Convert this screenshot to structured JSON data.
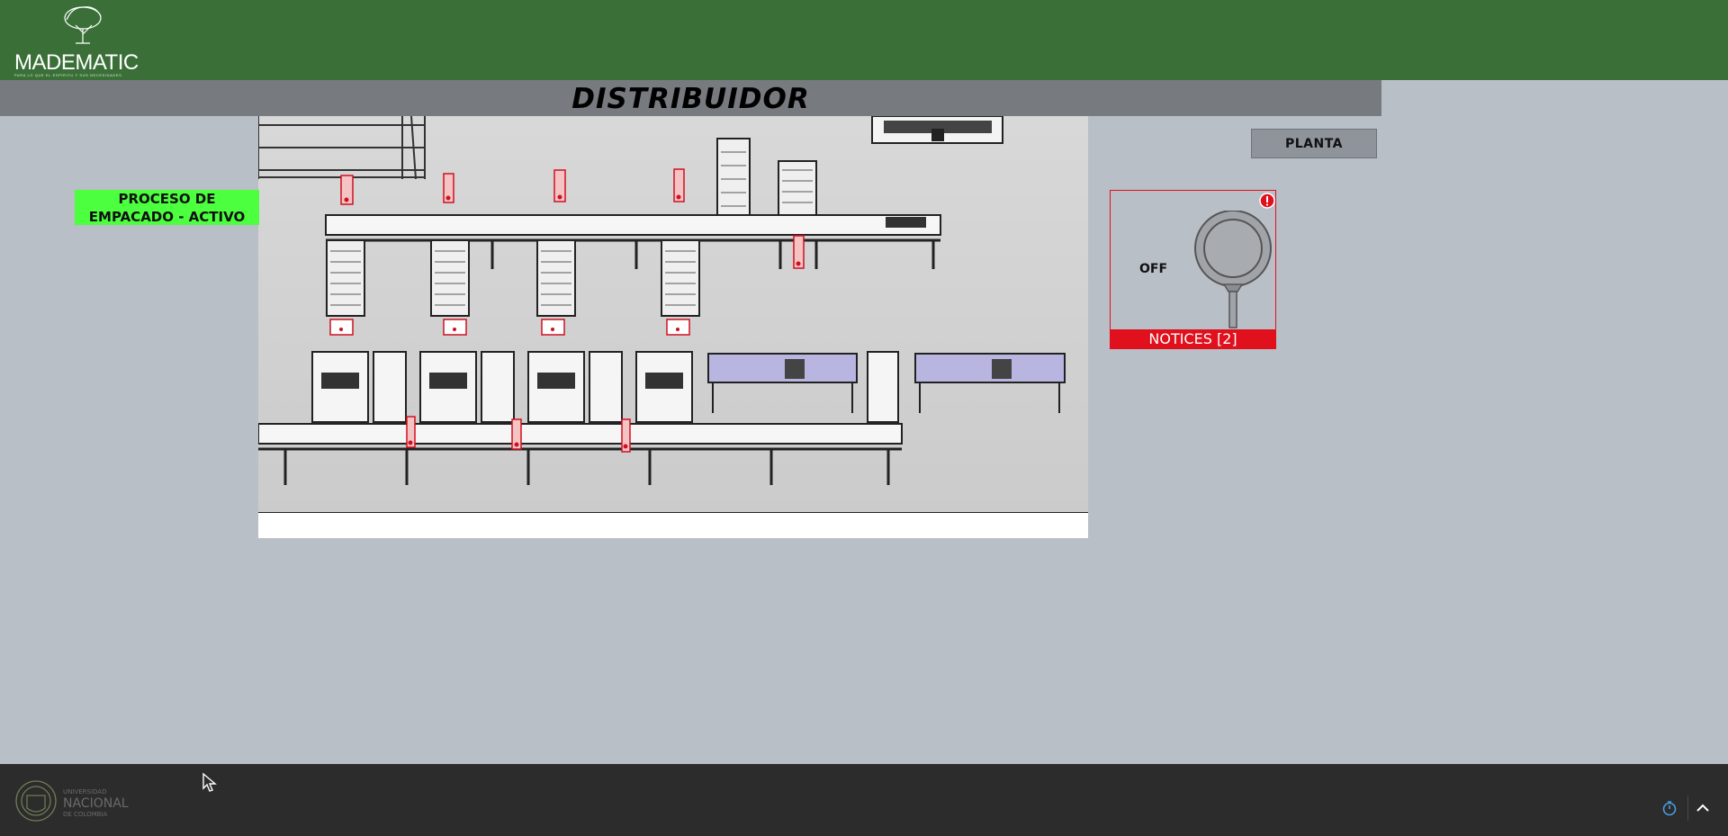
{
  "header": {
    "brand": "MADEMATIC",
    "tagline": "PARA LO QUE EL ESPÍRITU Y SUS NECESIDADES"
  },
  "title_bar": {
    "title": "DISTRIBUIDOR"
  },
  "nav": {
    "planta_label": "PLANTA"
  },
  "process_status": {
    "text": "PROCESO DE EMPACADO - ACTIVO",
    "color": "#4cff3f"
  },
  "control_panel": {
    "state_label": "OFF",
    "notices_label": "NOTICES [2]",
    "alert_color": "#e0101c"
  },
  "footer": {
    "institution_line1": "UNIVERSIDAD",
    "institution_line2": "NACIONAL",
    "institution_line3": "DE COLOMBIA"
  },
  "icons": {
    "alert": "alert-icon",
    "knob": "rotary-switch-icon",
    "timer": "timer-icon",
    "collapse": "chevron-up-icon"
  },
  "colors": {
    "header_green": "#3a7038",
    "title_gray": "#777b80",
    "background": "#b8bfc7",
    "footer_dark": "#2c2c2c"
  }
}
